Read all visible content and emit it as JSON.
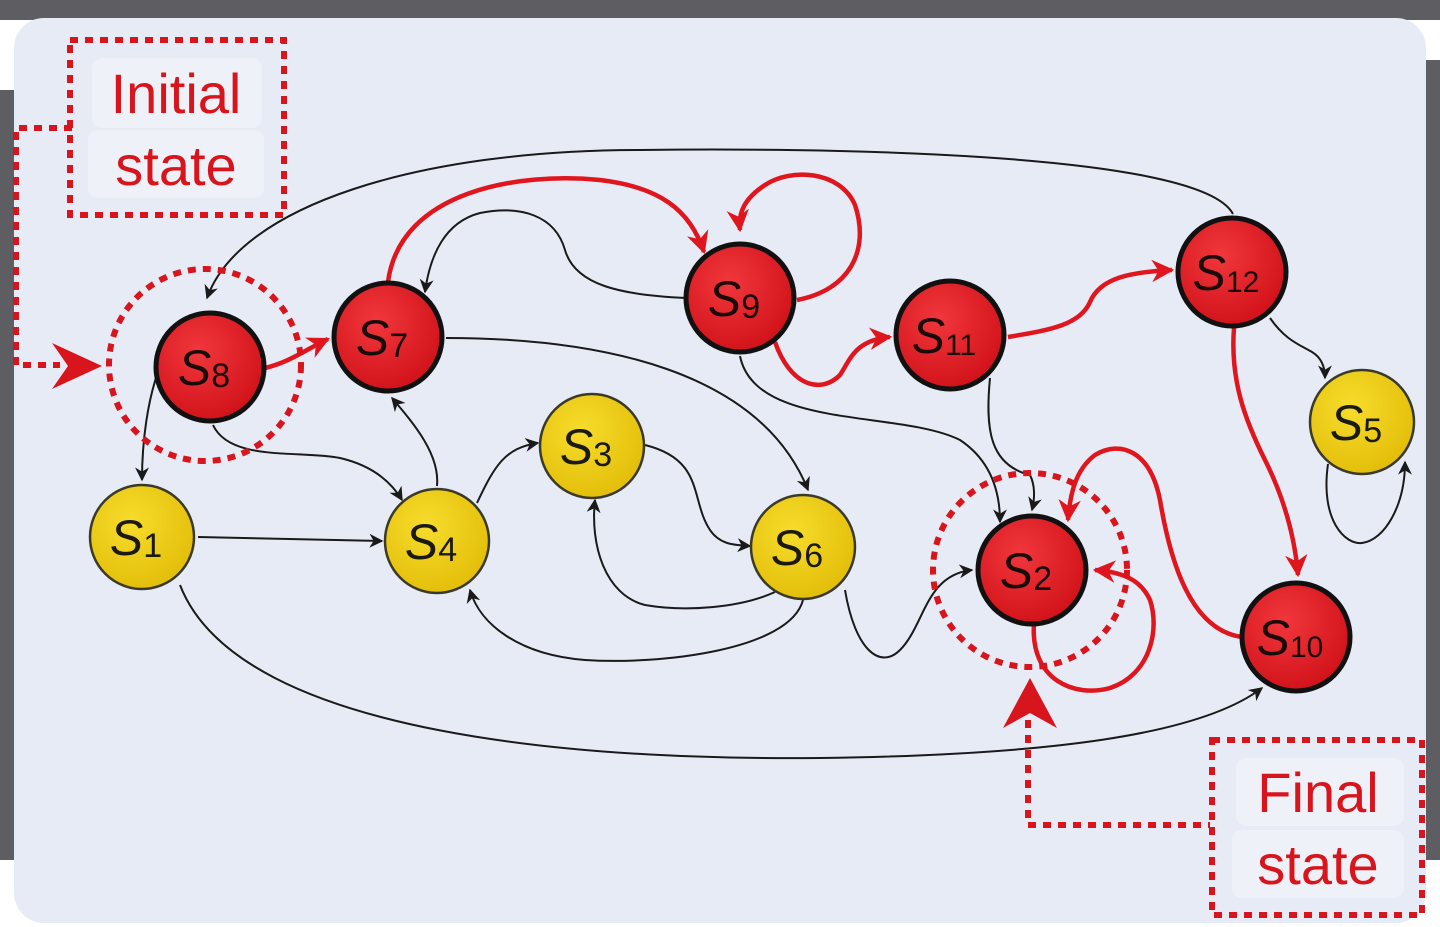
{
  "diagram": {
    "callouts": {
      "initial": [
        "Initial",
        "state"
      ],
      "final": [
        "Final",
        "state"
      ]
    },
    "colors": {
      "red_state": "#e0161e",
      "yellow_state": "#ecca10",
      "red_edge": "#e0161e",
      "black_edge": "#1a1a1a",
      "background": "#e7ebf5"
    },
    "nodes": [
      {
        "id": "s8",
        "label": "S",
        "sub": "8",
        "color": "red"
      },
      {
        "id": "s7",
        "label": "S",
        "sub": "7",
        "color": "red"
      },
      {
        "id": "s9",
        "label": "S",
        "sub": "9",
        "color": "red"
      },
      {
        "id": "s11",
        "label": "S",
        "sub": "11",
        "color": "red"
      },
      {
        "id": "s12",
        "label": "S",
        "sub": "12",
        "color": "red"
      },
      {
        "id": "s5",
        "label": "S",
        "sub": "5",
        "color": "yellow"
      },
      {
        "id": "s1",
        "label": "S",
        "sub": "1",
        "color": "yellow"
      },
      {
        "id": "s4",
        "label": "S",
        "sub": "4",
        "color": "yellow"
      },
      {
        "id": "s3",
        "label": "S",
        "sub": "3",
        "color": "yellow"
      },
      {
        "id": "s6",
        "label": "S",
        "sub": "6",
        "color": "yellow"
      },
      {
        "id": "s2",
        "label": "S",
        "sub": "2",
        "color": "red"
      },
      {
        "id": "s10",
        "label": "S",
        "sub": "10",
        "color": "red"
      }
    ]
  }
}
